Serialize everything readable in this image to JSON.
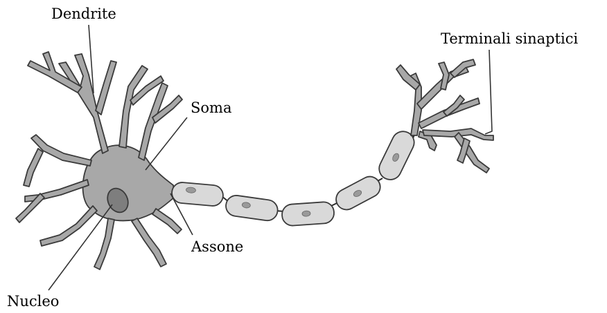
{
  "labels": {
    "dendrite": "Dendrite",
    "terminals": "Terminali sinaptici",
    "soma": "Soma",
    "axon": "Assone",
    "nucleus": "Nucleo"
  },
  "colors": {
    "neuron_fill": "#a8a8a8",
    "sheath_fill": "#d9d9d9",
    "nucleus_fill": "#7e7e7e",
    "outline": "#3a3a3a"
  },
  "sheath_count": 5
}
